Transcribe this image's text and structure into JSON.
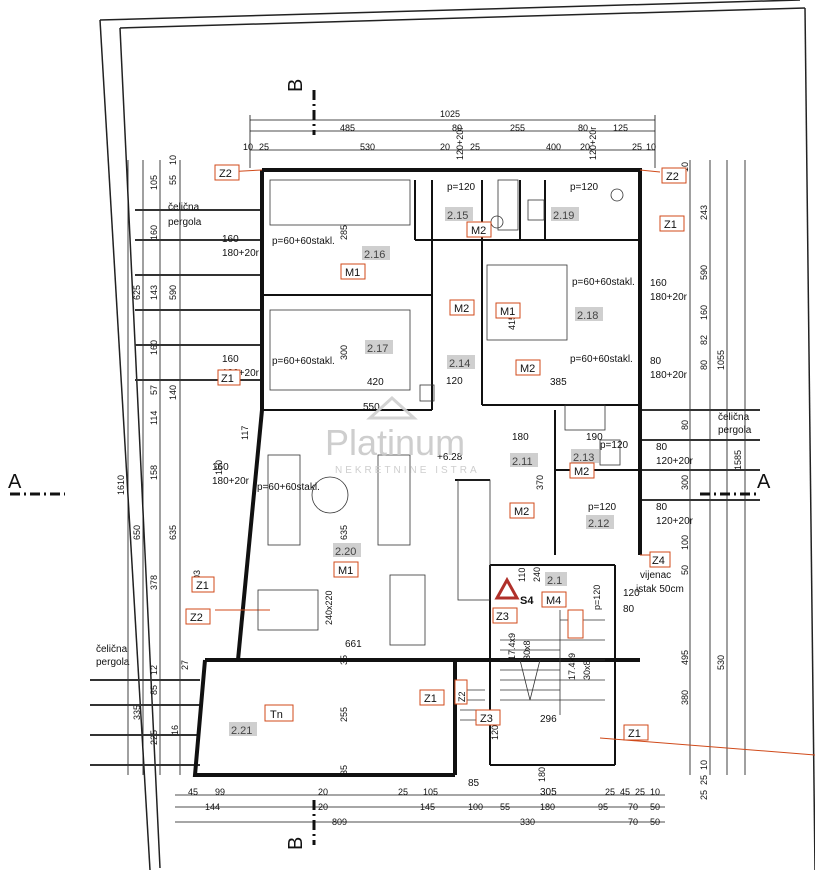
{
  "section_labels": {
    "a": "A",
    "b": "B"
  },
  "top_dims_row1": {
    "total": "1025"
  },
  "top_dims_row2": [
    "485",
    "80",
    "255",
    "80",
    "125"
  ],
  "top_dims_row3": [
    "10",
    "25",
    "530",
    "20",
    "25",
    "400",
    "20",
    "25",
    "10"
  ],
  "top_small": [
    "120+20r",
    "120+20r"
  ],
  "bottom_dims_row1": [
    "45",
    "99",
    "20",
    "25",
    "105",
    "25",
    "45",
    "25",
    "10"
  ],
  "bottom_dims_row2": [
    "144",
    "20",
    "145",
    "100",
    "55",
    "180",
    "95",
    "70",
    "50"
  ],
  "bottom_dims_row3": [
    "809",
    "330",
    "70",
    "50"
  ],
  "left_outer": [
    "1610"
  ],
  "left_mid": [
    "625",
    "650",
    "335"
  ],
  "left_inner": [
    "105",
    "160",
    "143",
    "160",
    "57",
    "114",
    "158",
    "378",
    "12",
    "85",
    "225"
  ],
  "left_inner2": [
    "10",
    "55",
    "590",
    "140",
    "635",
    "27",
    "16"
  ],
  "right_outer": [
    "1585"
  ],
  "right_mid": [
    "1055",
    "530"
  ],
  "right_inner": [
    "243",
    "590",
    "160",
    "82",
    "80",
    "10",
    "25",
    "25"
  ],
  "right_inner2": [
    "10",
    "25",
    "80",
    "300",
    "380",
    "495",
    "50",
    "100",
    "10"
  ],
  "rooms": [
    {
      "id": "2.16"
    },
    {
      "id": "2.17"
    },
    {
      "id": "2.14"
    },
    {
      "id": "2.15"
    },
    {
      "id": "2.19"
    },
    {
      "id": "2.18"
    },
    {
      "id": "2.11"
    },
    {
      "id": "2.13"
    },
    {
      "id": "2.12"
    },
    {
      "id": "2.20"
    },
    {
      "id": "2.1"
    },
    {
      "id": "2.21"
    }
  ],
  "tags": {
    "z2_a": "Z2",
    "z2_b": "Z2",
    "z1_a": "Z1",
    "z1_b": "Z1",
    "z1_c": "Z1",
    "z1_d": "Z1",
    "z1_e": "Z1",
    "m1_a": "M1",
    "m1_b": "M1",
    "m1_c": "M1",
    "m2_a": "M2",
    "m2_b": "M2",
    "m2_c": "M2",
    "m2_d": "M2",
    "m2_e": "M2",
    "m4": "M4",
    "z3_a": "Z3",
    "z3_b": "Z3",
    "z4": "Z4",
    "z2_c": "Z2",
    "z2_d": "Z2",
    "tn": "Tn"
  },
  "annotations": {
    "window1": "160",
    "window1b": "180+20r",
    "p1": "p=60+60stakl.",
    "window2": "160",
    "window2b": "180+20r",
    "p2": "p=60+60stakl.",
    "window3": "160",
    "window3b": "180+20r",
    "p3": "p=60+60stakl.",
    "window4": "160",
    "window4b": "180+20r",
    "p4": "p=60+60stakl.",
    "window5": "80",
    "window5b": "180+20r",
    "p5": "p=60+60stakl.",
    "window6": "80",
    "window6b": "120+20r",
    "p6": "p=120",
    "window7": "80",
    "window7b": "120+20r",
    "p7": "p=120",
    "p8": "p=120",
    "p9": "p=120",
    "p10": "p=120",
    "d1": "120",
    "d2": "80",
    "d3": "190",
    "d4": "180",
    "d5": "120",
    "d6": "120",
    "d7": "420",
    "d8": "385",
    "d9": "550",
    "d10": "300",
    "d11": "285",
    "d12": "415",
    "d13": "370",
    "d14": "635",
    "d15": "661",
    "d16": "255",
    "d17": "35",
    "d18": "35",
    "d19": "296",
    "d20": "305",
    "d21": "180",
    "d22": "85",
    "d23": "110",
    "d24": "240",
    "d25": "117",
    "d26": "160",
    "d27": "303",
    "d28": "240x220",
    "level": "+6.28",
    "stairs1": "17.4x9",
    "stairs2": "30x8",
    "stairs3": "17.4x9",
    "stairs4": "30x8",
    "s4": "S4",
    "vijenac1": "vijenac",
    "vijenac2": "istak 50cm",
    "pergola1a": "čelična",
    "pergola1b": "pergola",
    "pergola2a": "čelična",
    "pergola2b": "pergola",
    "pergola3a": "čelična",
    "pergola3b": "pergola"
  },
  "watermark": {
    "main": "Platinum",
    "sub": "NEKRETNINE ISTRA"
  }
}
